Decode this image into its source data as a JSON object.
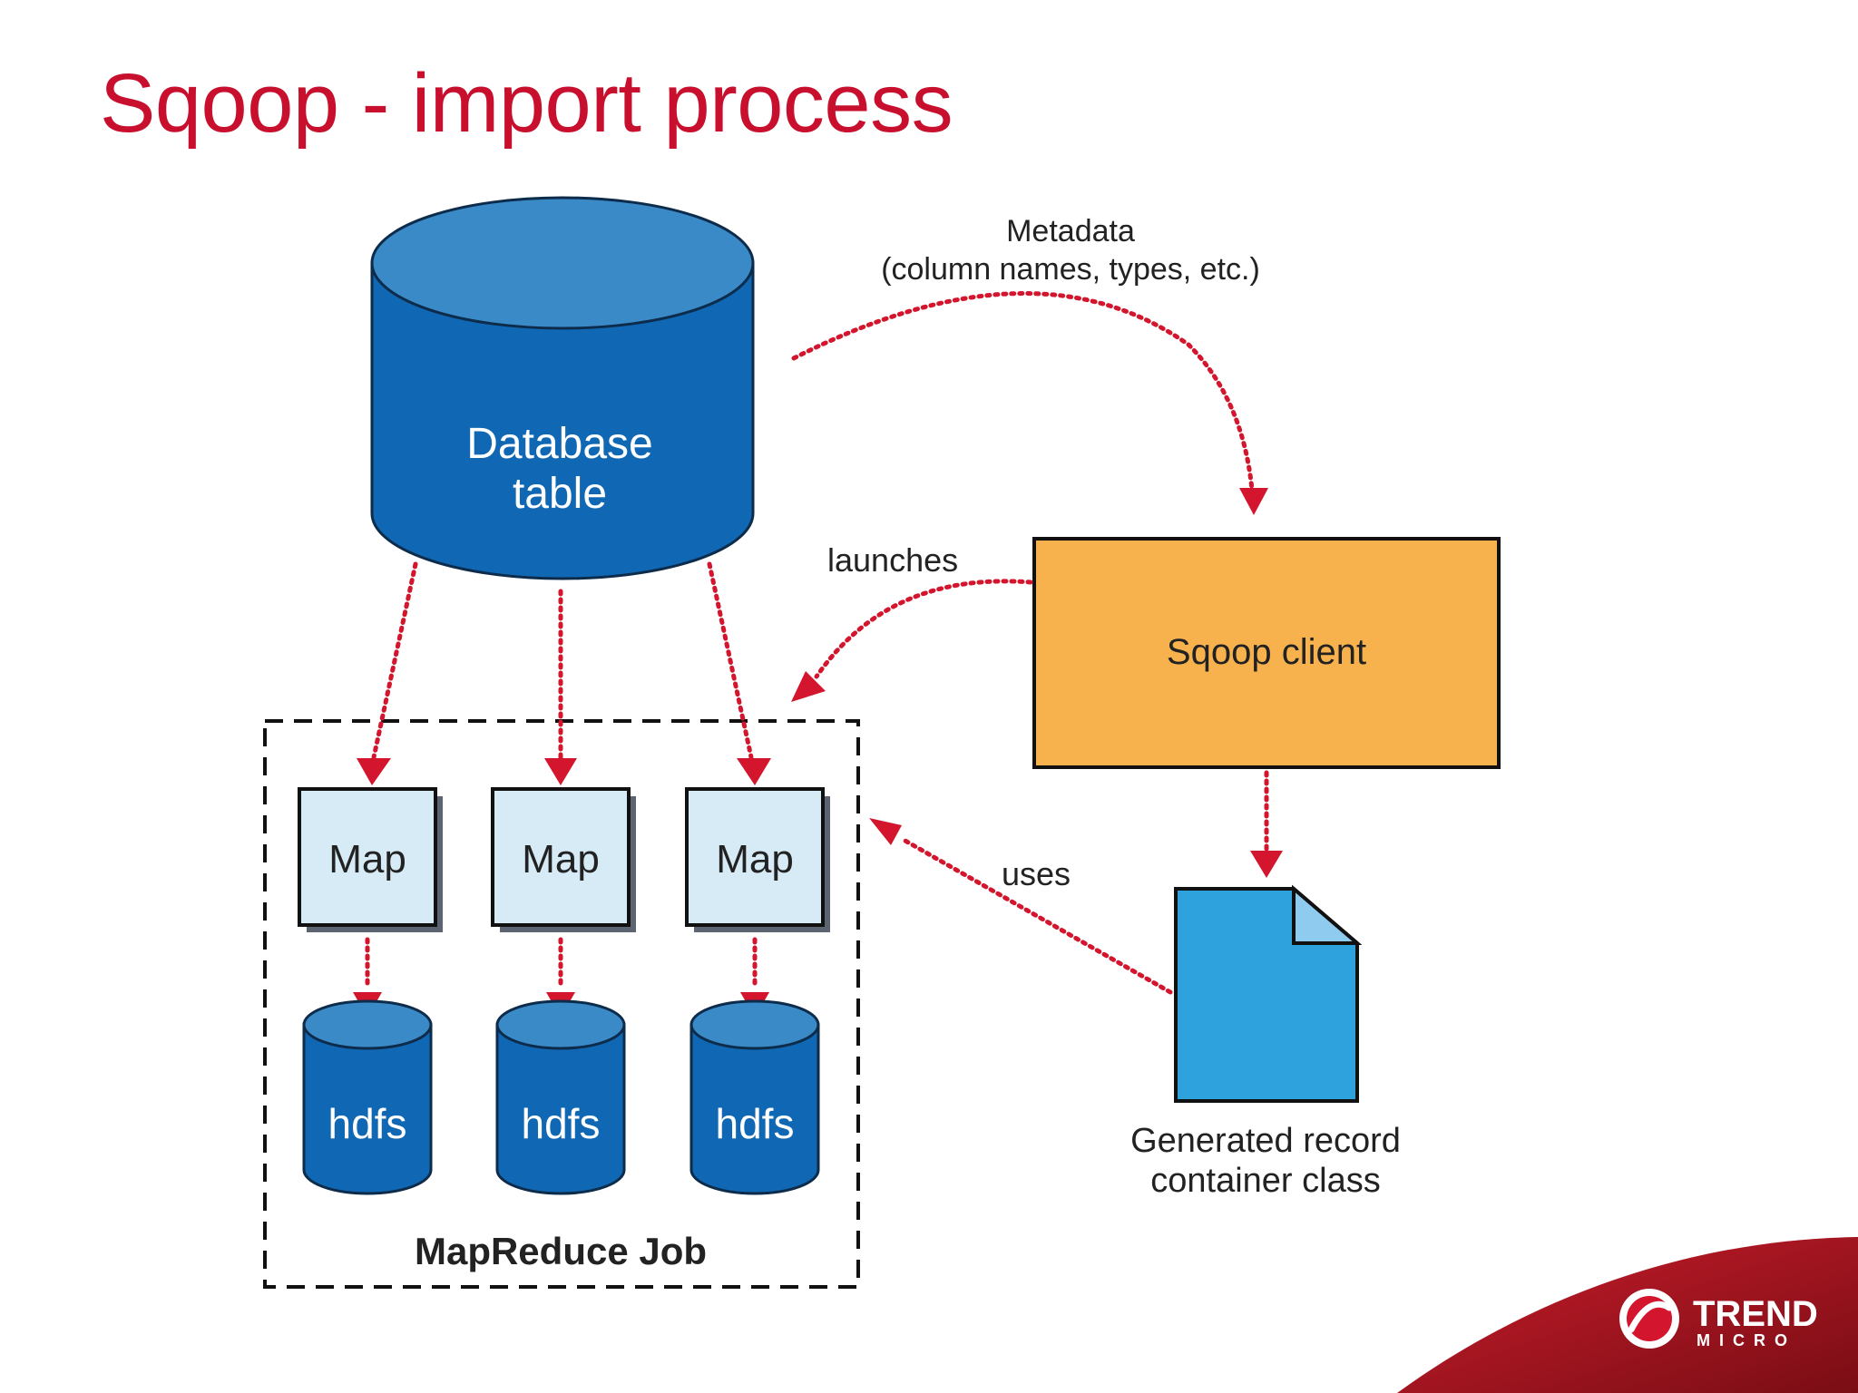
{
  "slide": {
    "title": "Sqoop - import process"
  },
  "diagram": {
    "database": {
      "line1": "Database",
      "line2": "table"
    },
    "metadata": {
      "line1": "Metadata",
      "line2": "(column names, types, etc.)"
    },
    "client": {
      "label": "Sqoop client"
    },
    "launches": "launches",
    "uses": "uses",
    "maps": [
      {
        "label": "Map"
      },
      {
        "label": "Map"
      },
      {
        "label": "Map"
      }
    ],
    "stores": [
      {
        "label": "hdfs"
      },
      {
        "label": "hdfs"
      },
      {
        "label": "hdfs"
      }
    ],
    "job": {
      "label": "MapReduce Job"
    },
    "record_class": {
      "line1": "Generated record",
      "line2": "container class"
    }
  },
  "branding": {
    "logo_icon": "trend-micro-logo-icon",
    "logo_line1": "TREND",
    "logo_line2": "MICRO"
  },
  "colors": {
    "title": "#c8102e",
    "db_blue": "#1068b4",
    "map_fill": "#d6ebf6",
    "client_orange": "#f7b24e",
    "doc_blue": "#2ea2dc",
    "arrow_red": "#d3152d"
  }
}
